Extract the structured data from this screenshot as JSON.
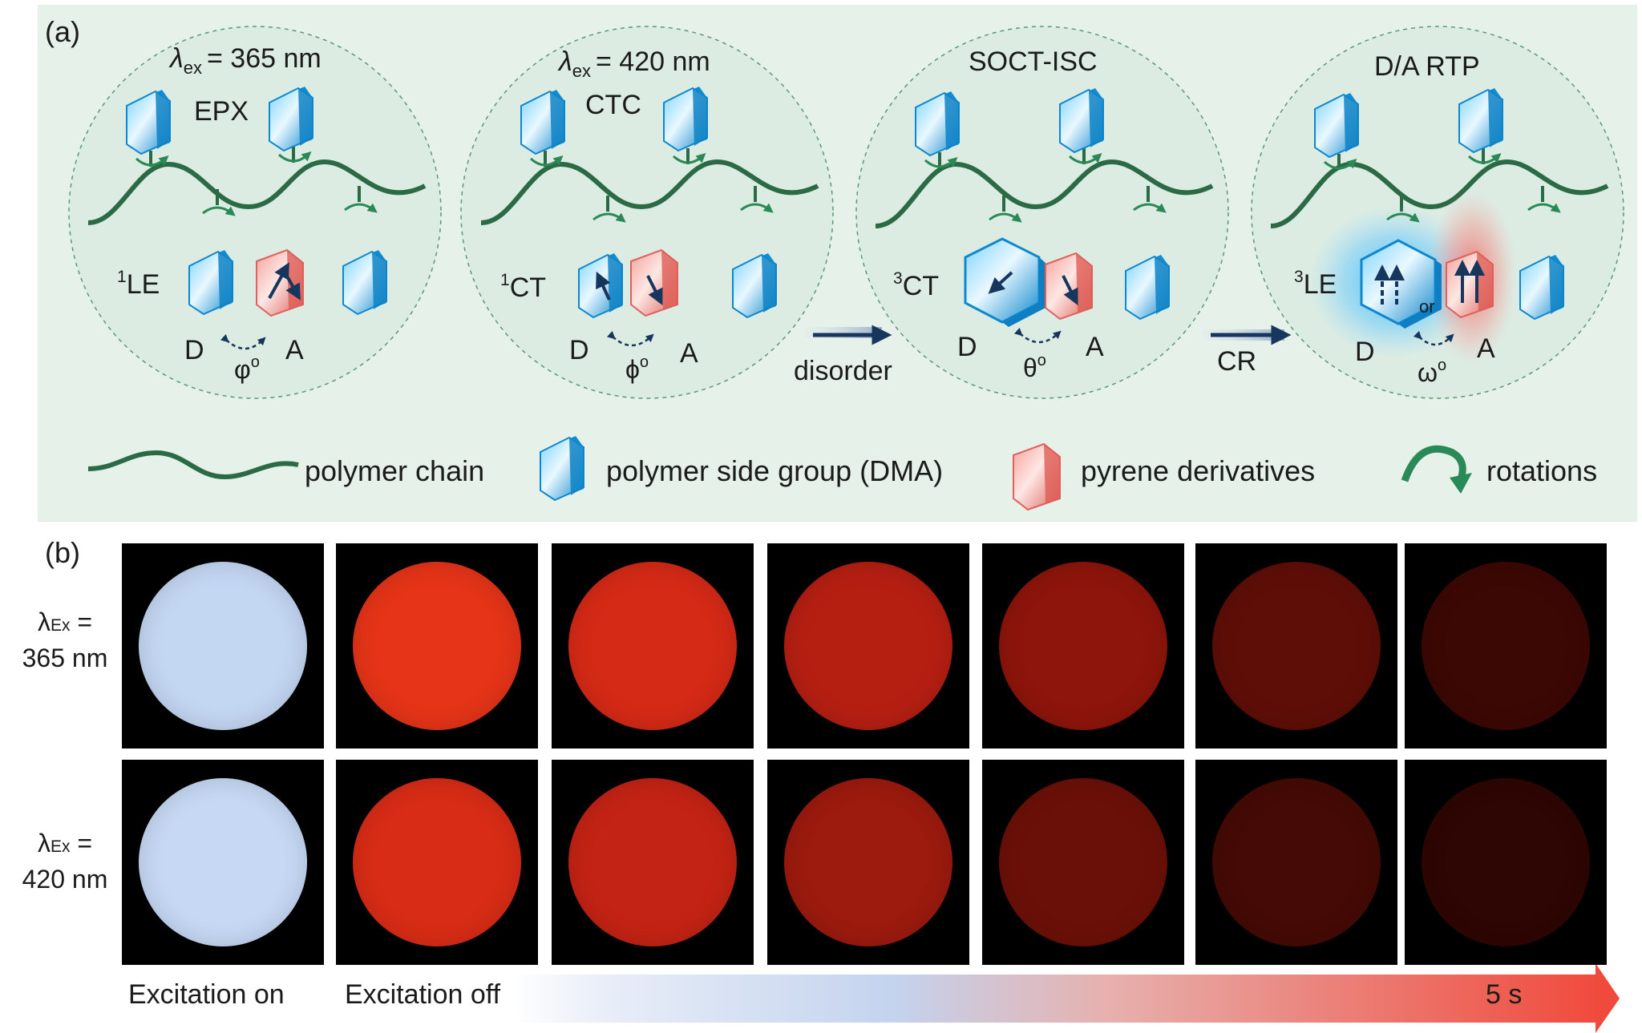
{
  "panel_a": {
    "label": "(a)",
    "stages": [
      {
        "title_symbol": "λ",
        "title_sub": "ex",
        "title_value": "= 365 nm",
        "complex": "EPX",
        "state_sup": "1",
        "state": "LE",
        "donor": "D",
        "acceptor": "A",
        "angle": "φ",
        "angle_sup": "o"
      },
      {
        "title_symbol": "λ",
        "title_sub": "ex",
        "title_value": "= 420 nm",
        "complex": "CTC",
        "state_sup": "1",
        "state": "CT",
        "donor": "D",
        "acceptor": "A",
        "angle": "ϕ",
        "angle_sup": "o"
      },
      {
        "title": "SOCT-ISC",
        "state_sup": "3",
        "state": "CT",
        "donor": "D",
        "acceptor": "A",
        "angle": "θ",
        "angle_sup": "o"
      },
      {
        "title": "D/A RTP",
        "state_sup": "3",
        "state": "LE",
        "donor": "D",
        "acceptor": "A",
        "angle": "ω",
        "angle_sup": "o",
        "or_text": "or"
      }
    ],
    "transitions": [
      "disorder",
      "CR"
    ],
    "legend": {
      "chain": "polymer chain",
      "side_group": "polymer side group (DMA)",
      "pyrene": "pyrene derivatives",
      "rotation": "rotations"
    },
    "colors": {
      "panel_bg": "#e6f1ea",
      "circle_bg": "#dcece3",
      "chain": "#2a6a45",
      "donor": "#1aa3e4",
      "acceptor": "#ee7470",
      "arrow": "#17365e"
    }
  },
  "panel_b": {
    "label": "(b)",
    "rows": [
      {
        "symbol": "λ",
        "sub": "Ex",
        "eq": "=",
        "value": "365 nm",
        "discs": [
          "#c3d6f2",
          "#e53418",
          "#d42a16",
          "#b51f12",
          "#8d150b",
          "#5e0e07",
          "#3c0804"
        ]
      },
      {
        "symbol": "λ",
        "sub": "Ex",
        "eq": "=",
        "value": "420 nm",
        "discs": [
          "#c6d8f4",
          "#d82c16",
          "#c32314",
          "#9c1a0e",
          "#6b1008",
          "#450a05",
          "#2e0603"
        ]
      }
    ],
    "excitation_on": "Excitation on",
    "excitation_off": "Excitation off",
    "time_end": "5 s"
  }
}
